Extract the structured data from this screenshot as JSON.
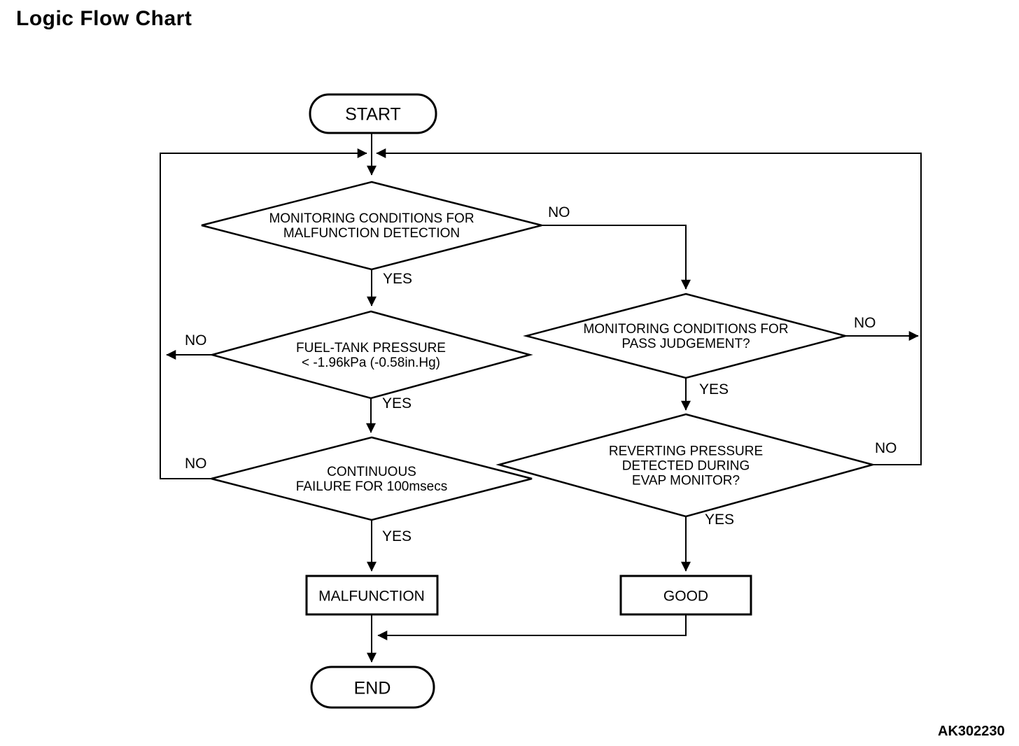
{
  "page": {
    "title": "Logic Flow Chart",
    "figure_code": "AK302230"
  },
  "flowchart": {
    "nodes": {
      "start": {
        "label": "START"
      },
      "monitoring_malfunction": {
        "lines": [
          "MONITORING CONDITIONS FOR",
          "MALFUNCTION DETECTION"
        ]
      },
      "fuel_tank_pressure": {
        "lines": [
          "FUEL-TANK PRESSURE",
          "< -1.96kPa (-0.58in.Hg)"
        ]
      },
      "continuous_failure": {
        "lines": [
          "CONTINUOUS",
          "FAILURE FOR 100msecs"
        ]
      },
      "pass_judgement": {
        "lines": [
          "MONITORING CONDITIONS FOR",
          "PASS JUDGEMENT?"
        ]
      },
      "reverting_pressure": {
        "lines": [
          "REVERTING PRESSURE",
          "DETECTED DURING",
          "EVAP MONITOR?"
        ]
      },
      "malfunction": {
        "label": "MALFUNCTION"
      },
      "good": {
        "label": "GOOD"
      },
      "end": {
        "label": "END"
      }
    },
    "edge_labels": {
      "monitoring_malfunction_yes": "YES",
      "monitoring_malfunction_no": "NO",
      "fuel_tank_pressure_yes": "YES",
      "fuel_tank_pressure_no": "NO",
      "continuous_failure_yes": "YES",
      "continuous_failure_no": "NO",
      "pass_judgement_yes": "YES",
      "pass_judgement_no": "NO",
      "reverting_pressure_yes": "YES",
      "reverting_pressure_no": "NO"
    },
    "colors": {
      "stroke": "#000000",
      "background": "#ffffff",
      "text": "#000000"
    }
  }
}
